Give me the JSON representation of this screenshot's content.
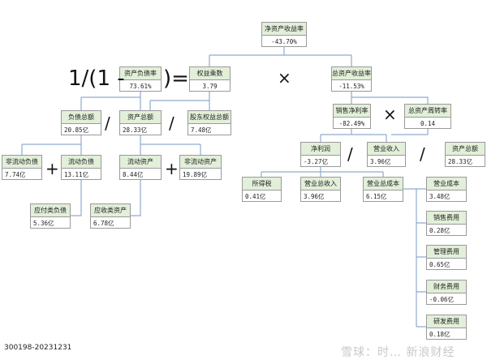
{
  "nodes": {
    "roe": {
      "label": "净资产收益率",
      "value": "-43.70%"
    },
    "debt_ratio": {
      "label": "资产负债率",
      "value": "73.61%"
    },
    "equity_multiplier": {
      "label": "权益乘数",
      "value": "3.79"
    },
    "roa": {
      "label": "总资产收益率",
      "value": "-11.53%"
    },
    "total_liabilities": {
      "label": "负债总额",
      "value": "20.85亿"
    },
    "total_assets_left": {
      "label": "资产总额",
      "value": "28.33亿"
    },
    "shareholder_equity": {
      "label": "股东权益总额",
      "value": "7.48亿"
    },
    "net_margin": {
      "label": "销售净利率",
      "value": "-82.49%"
    },
    "asset_turnover": {
      "label": "总资产周转率",
      "value": "0.14"
    },
    "noncurrent_liabilities": {
      "label": "非流动负债",
      "value": "7.74亿"
    },
    "current_liabilities": {
      "label": "流动负债",
      "value": "13.11亿"
    },
    "current_assets": {
      "label": "流动资产",
      "value": "8.44亿"
    },
    "noncurrent_assets": {
      "label": "非流动资产",
      "value": "19.89亿"
    },
    "payables": {
      "label": "应付类负债",
      "value": "5.36亿"
    },
    "receivables": {
      "label": "应收类资产",
      "value": "6.78亿"
    },
    "net_profit": {
      "label": "净利润",
      "value": "-3.27亿"
    },
    "revenue": {
      "label": "营业收入",
      "value": "3.96亿"
    },
    "total_assets_right": {
      "label": "资产总额",
      "value": "28.33亿"
    },
    "income_tax": {
      "label": "所得税",
      "value": "0.41亿"
    },
    "total_revenue": {
      "label": "营业总收入",
      "value": "3.96亿"
    },
    "total_cost": {
      "label": "营业总成本",
      "value": "6.15亿"
    },
    "operating_cost": {
      "label": "营业成本",
      "value": "3.48亿"
    },
    "selling_expense": {
      "label": "销售费用",
      "value": "0.28亿"
    },
    "admin_expense": {
      "label": "管理费用",
      "value": "0.65亿"
    },
    "financial_expense": {
      "label": "财务费用",
      "value": "-0.06亿"
    },
    "rd_expense": {
      "label": "研发费用",
      "value": "0.18亿"
    }
  },
  "operators": {
    "formula_prefix": "1/(1 -",
    "formula_suffix": ")=",
    "multiply": "×",
    "divide": "/",
    "plus": "+"
  },
  "footer": "300198-20231231",
  "watermark": "雪球：时… 新浪财经",
  "colors": {
    "header_bg": "#e2efd9",
    "line": "#8faad0"
  }
}
